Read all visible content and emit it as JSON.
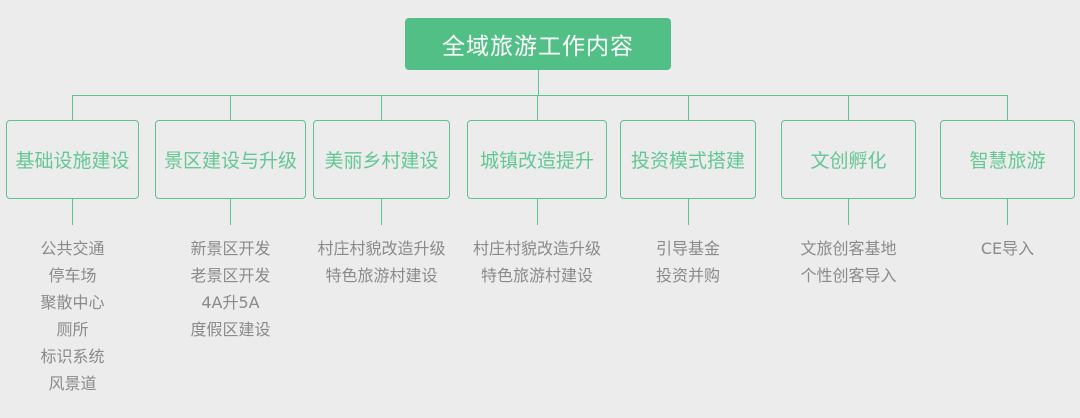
{
  "diagram": {
    "root_label": "全域旅游工作内容",
    "branches": [
      {
        "label": "基础设施建设",
        "items": [
          "公共交通",
          "停车场",
          "聚散中心",
          "厕所",
          "标识系统",
          "风景道"
        ]
      },
      {
        "label": "景区建设与升级",
        "items": [
          "新景区开发",
          "老景区开发",
          "4A升5A",
          "度假区建设"
        ]
      },
      {
        "label": "美丽乡村建设",
        "items": [
          "村庄村貌改造升级",
          "特色旅游村建设"
        ]
      },
      {
        "label": "城镇改造提升",
        "items": [
          "村庄村貌改造升级",
          "特色旅游村建设"
        ]
      },
      {
        "label": "投资模式搭建",
        "items": [
          "引导基金",
          "投资并购"
        ]
      },
      {
        "label": "文创孵化",
        "items": [
          "文旅创客基地",
          "个性创客导入"
        ]
      },
      {
        "label": "智慧旅游",
        "items": [
          "CE导入"
        ]
      }
    ],
    "colors": {
      "root_fill": "#52c086",
      "line_green": "#5cc28e",
      "branch_text": "#64c794",
      "item_text": "#8a8a8a",
      "root_text": "#ffffff",
      "background": "#ececec"
    }
  }
}
